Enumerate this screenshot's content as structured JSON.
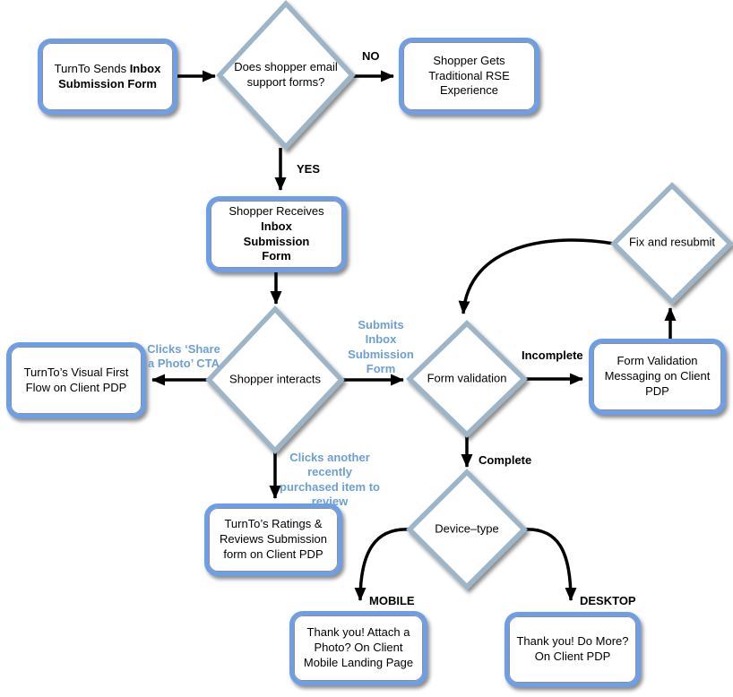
{
  "diagram": {
    "type": "flowchart",
    "colors": {
      "process_box_border": "#6d9ee8",
      "decision_diamond_border": "#9db5c6",
      "blue_edge_label_text": "#6c9fd6",
      "arrow": "#000000",
      "background": "#ffffff"
    },
    "nodes": {
      "turnto_sends": {
        "text_regular": "TurnTo Sends ",
        "text_bold": "Inbox Submission Form"
      },
      "shopper_gets_rse": {
        "label": "Shopper Gets Traditional RSE Experience"
      },
      "shopper_receives": {
        "text_regular": "Shopper Receives ",
        "text_bold": "Inbox Submission Form"
      },
      "visual_first_flow": {
        "label": "TurnTo’s Visual First Flow on Client PDP"
      },
      "form_validation_messaging": {
        "label": "Form Validation Messaging on Client PDP"
      },
      "ratings_reviews": {
        "label": "TurnTo’s Ratings & Reviews Submission form on Client PDP"
      },
      "thank_you_mobile": {
        "label": "Thank you! Attach a Photo? On Client Mobile Landing Page"
      },
      "thank_you_desktop": {
        "label": "Thank you! Do More? On Client PDP"
      }
    },
    "decisions": {
      "email_support": {
        "label": "Does shopper email support forms?"
      },
      "shopper_interacts": {
        "label": "Shopper interacts"
      },
      "form_validation": {
        "label": "Form validation"
      },
      "fix_resubmit": {
        "label": "Fix and resubmit"
      },
      "device_type": {
        "label": "Device–type"
      }
    },
    "edge_labels": {
      "no": "NO",
      "yes": "YES",
      "incomplete": "Incomplete",
      "complete": "Complete",
      "mobile": "MOBILE",
      "desktop": "DESKTOP",
      "clicks_share_photo": "Clicks ‘Share a Photo’ CTA",
      "submits_inbox": "Submits Inbox Submission Form",
      "clicks_another": "Clicks another recently purchased item to review"
    }
  }
}
